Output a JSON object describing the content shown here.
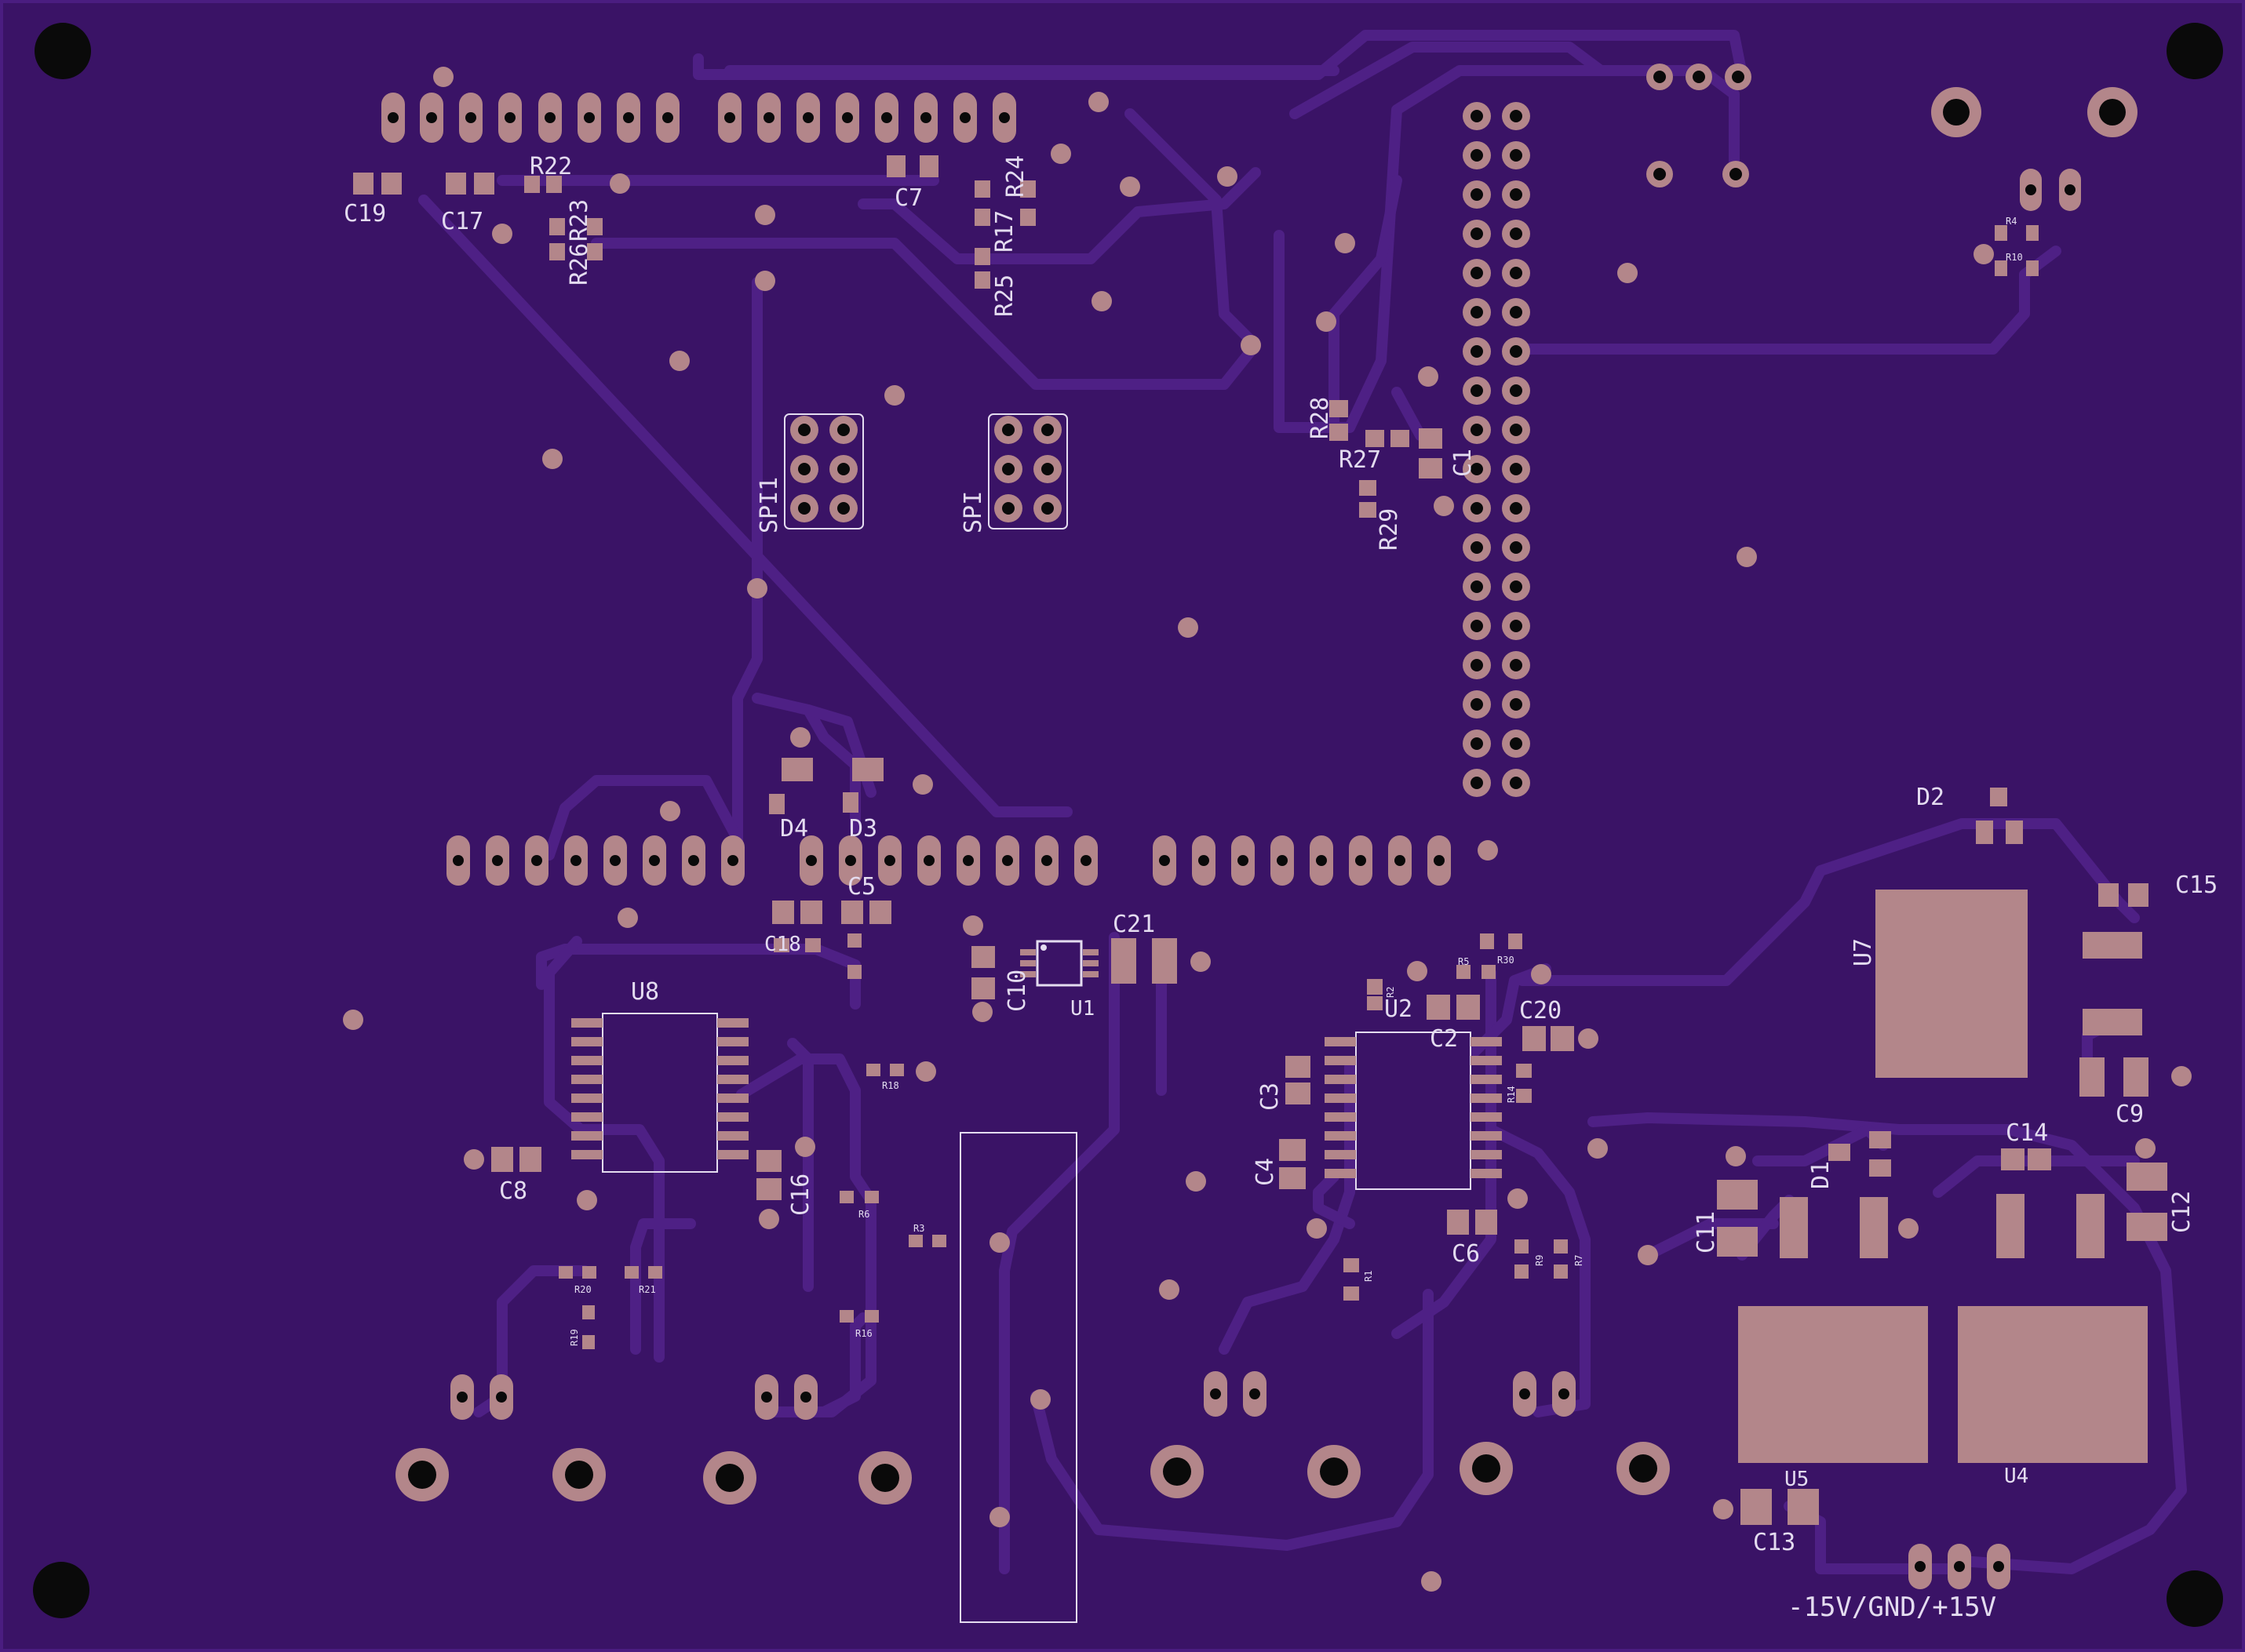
{
  "colors": {
    "board": "#3a1366",
    "board_edge": "#4a1d80",
    "trace": "#4e2085",
    "pad": "#b3868a",
    "silk": "#e4dcf0",
    "hole": "#0a0a0a"
  },
  "labels": {
    "r22": "R22",
    "c19": "C19",
    "c17": "C17",
    "r23": "R23",
    "r26": "R26",
    "c7": "C7",
    "r24": "R24",
    "r17": "R17",
    "r25": "R25",
    "spi1": "SPI1",
    "spi": "SPI",
    "r28": "R28",
    "r27": "R27",
    "c1": "C1",
    "r29": "R29",
    "d2": "D2",
    "c15": "C15",
    "u7": "U7",
    "d4": "D4",
    "d3": "D3",
    "c5": "C5",
    "c18": "C18",
    "c21": "C21",
    "c10": "C10",
    "u1": "U1",
    "u8": "U8",
    "c8": "C8",
    "c16": "C16",
    "r18": "R18",
    "r6": "R6",
    "r3": "R3",
    "r16": "R16",
    "r20": "R20",
    "r21": "R21",
    "r19": "R19",
    "u2": "U2",
    "c2": "C2",
    "c20": "C20",
    "c3": "C3",
    "c4": "C4",
    "c6": "C6",
    "r5": "R5",
    "r30": "R30",
    "r14": "R14",
    "r1": "R1",
    "r9": "R9",
    "r7": "R7",
    "r2": "R2",
    "r4": "R4",
    "r10": "R10",
    "c9": "C9",
    "c14": "C14",
    "c12": "C12",
    "c11": "C11",
    "d1": "D1",
    "u5": "U5",
    "u4": "U4",
    "c13": "C13",
    "power": "-15V/GND/+15V"
  }
}
